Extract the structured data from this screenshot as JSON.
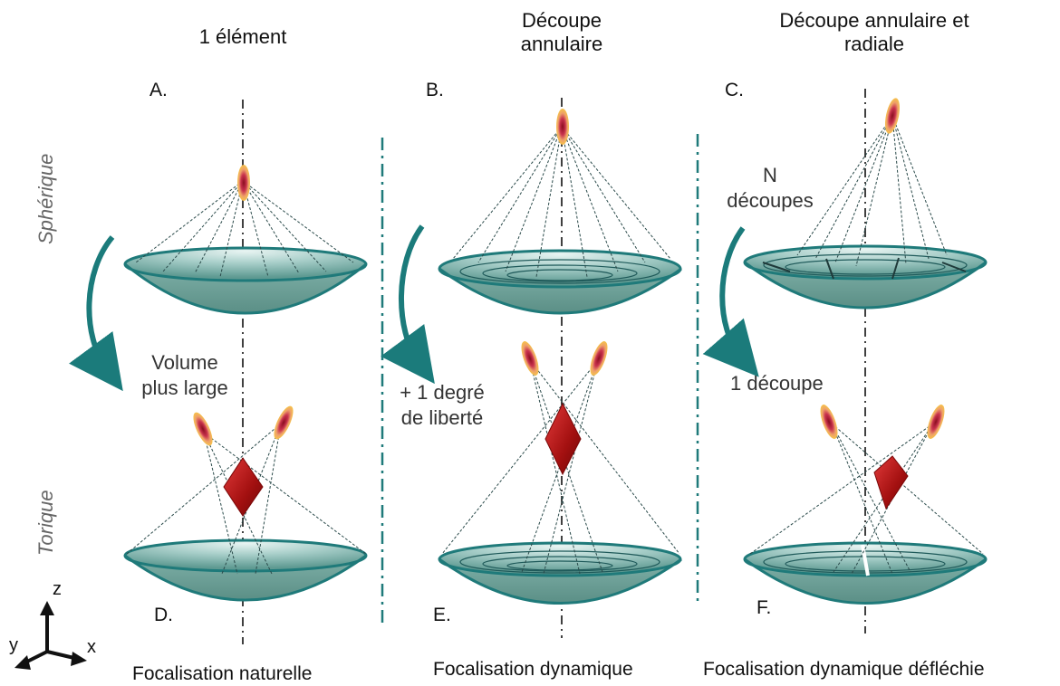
{
  "columns": [
    {
      "title_lines": [
        "1 élément"
      ],
      "bottom_label": "Focalisation naturelle"
    },
    {
      "title_lines": [
        "Découpe",
        "annulaire"
      ],
      "bottom_label": "Focalisation dynamique"
    },
    {
      "title_lines": [
        "Découpe annulaire et",
        "radiale"
      ],
      "bottom_label": "Focalisation dynamique défléchie"
    }
  ],
  "panels": {
    "A": "A.",
    "B": "B.",
    "C": "C.",
    "D": "D.",
    "E": "E.",
    "F": "F."
  },
  "rows": {
    "top": "Sphérique",
    "bottom": "Torique"
  },
  "annotations": {
    "col1_arrow_lines": [
      "Volume",
      "plus large"
    ],
    "col2_arrow_lines": [
      "+ 1 degré",
      "de liberté"
    ],
    "col3_top_lines": [
      "N",
      "découpes"
    ],
    "col3_bottom": "1 découpe"
  },
  "axes": {
    "z": "z",
    "y": "y",
    "x": "x"
  },
  "colors": {
    "dish": "#8fbfb8",
    "dish_rim": "#1f7a7a",
    "arrow_teal": "#1b7b7b",
    "focal_red": "#b01818",
    "focal_yellow": "#f2b23a"
  }
}
